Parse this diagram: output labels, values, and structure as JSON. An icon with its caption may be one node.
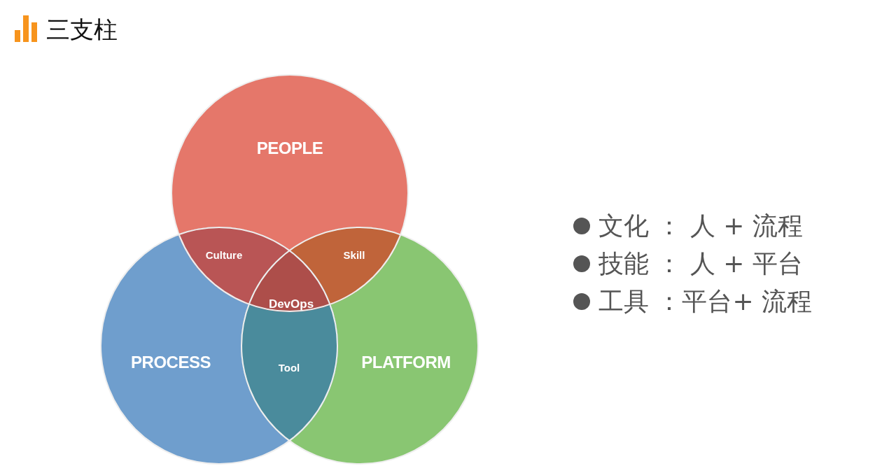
{
  "diagram": {
    "title": "三支柱",
    "nodes": [
      {
        "text": [
          "PEOPLE"
        ]
      },
      {
        "text": [
          "PROCESS"
        ]
      },
      {
        "text": [
          "PLATFORM"
        ]
      }
    ],
    "edges": [],
    "labels": [
      "Culture",
      "Skill",
      "DevOps",
      "Tool",
      "文化 ： 人 + 流程",
      "技能 ： 人 + 平台",
      "工具 ：平台+ 流程"
    ]
  }
}
